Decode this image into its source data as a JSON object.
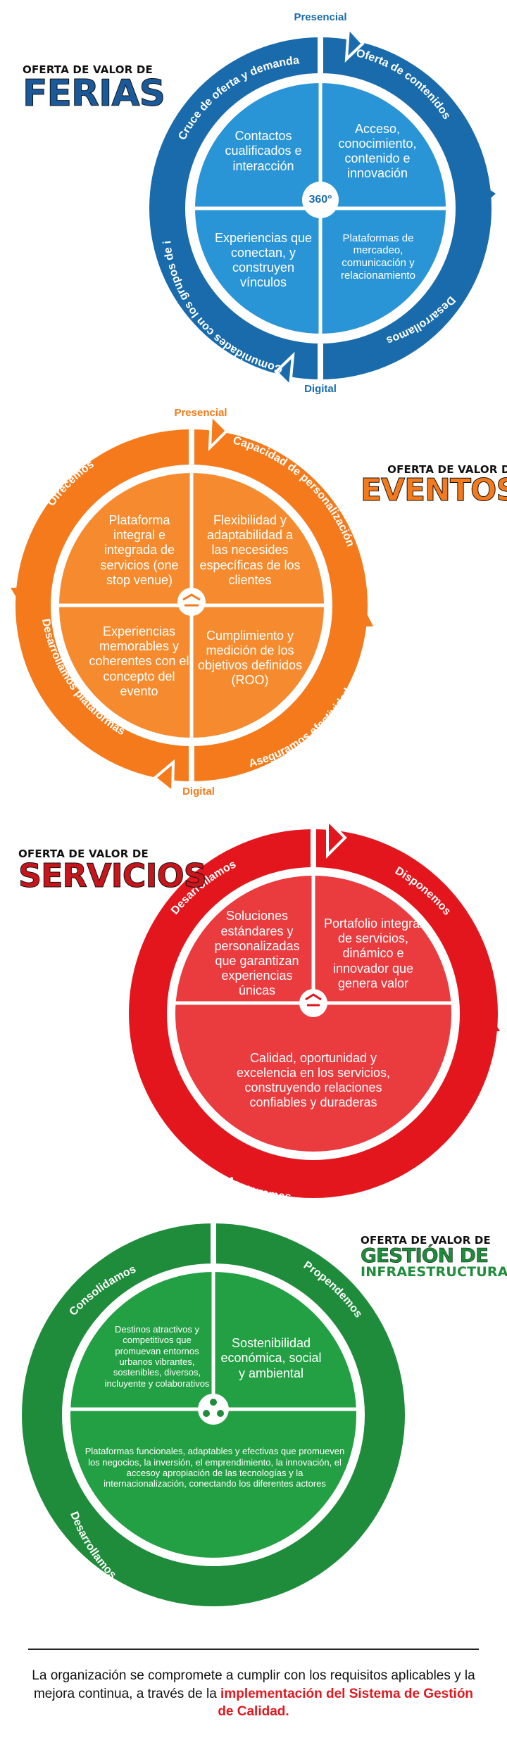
{
  "ferias": {
    "title_small": "OFERTA DE VALOR DE",
    "title_big": "FERIAS",
    "label_top": "Presencial",
    "label_bottom": "Digital",
    "center_badge": "360°",
    "quadrants": [
      "Contactos cualificados e interacción",
      "Acceso, conocimiento, contenido e innovación",
      "Experiencias que conectan, y construyen vínculos",
      "Plataformas de mercadeo, comunicación y relacionamiento"
    ],
    "ring_labels": [
      "Cruce de oferta y demanda",
      "Oferta de contenidos",
      "Desarrollamos",
      "Comunidades con los grupos de interés"
    ],
    "colors": {
      "ring": "#1b6fb0",
      "inner": "#2a95d6",
      "dark": "#134f85"
    }
  },
  "eventos": {
    "title_small": "OFERTA DE VALOR DE",
    "title_big": "EVENTOS",
    "label_top": "Presencial",
    "label_bottom": "Digital",
    "center_icon": "handshake-icon",
    "quadrants": [
      "Plataforma integral e integrada de servicios (one stop venue)",
      "Flexibilidad y adaptabilidad a las necesides específicas de los clientes",
      "Experiencias memorables y coherentes con el concepto del evento",
      "Cumplimiento y medición de los objetivos definidos (ROO)"
    ],
    "ring_labels": [
      "Ofrecemos",
      "Capacidad de personalización",
      "Aseguramos efectividad",
      "Desarrollamos plataformas"
    ],
    "colors": {
      "ring": "#f47a1b",
      "inner": "#f58b2e",
      "dark": "#d8620e"
    }
  },
  "servicios": {
    "title_small": "OFERTA DE VALOR DE",
    "title_big": "SERVICIOS",
    "center_icon": "handshake-icon",
    "quadrants": [
      "Soluciones estándares y personalizadas que garantizan experiencias únicas",
      "Portafolio integral de servicios, dinámico e innovador que genera valor",
      "Calidad, oportunidad y excelencia en los servicios, construyendo relaciones confiables y duraderas"
    ],
    "ring_labels": [
      "Desarrollamos",
      "Disponemos",
      "Aseguramos"
    ],
    "colors": {
      "ring": "#e3161d",
      "inner": "#ea3b3f",
      "dark": "#b60f15"
    }
  },
  "infraestructura": {
    "title_small": "OFERTA DE VALOR DE",
    "title_big_1": "GESTIÓN DE",
    "title_big_2": "INFRAESTRUCTURA",
    "center_icon": "network-icon",
    "quadrants": [
      "Destinos atractivos y competitivos que promuevan entornos urbanos vibrantes, sostenibles, diversos, incluyente y colaborativos",
      "Sostenibilidad económica, social y ambiental",
      "Plataformas funcionales, adaptables y efectivas que promueven los negocios, la inversión, el emprendimiento, la innovación, el accesoy apropiación de las tecnologías y la internacionalización, conectando los diferentes actores"
    ],
    "ring_labels": [
      "Consolidamos",
      "Propendemos",
      "Desarrollamos"
    ],
    "colors": {
      "ring": "#1e8c3a",
      "inner": "#23a043",
      "dark": "#156b2b"
    }
  },
  "footer": {
    "text_1": "La organización se compromete a cumplir con los requisitos aplicables y la mejora continua, a través de la",
    "text_highlight": "implementación del Sistema de Gestión de Calidad."
  }
}
